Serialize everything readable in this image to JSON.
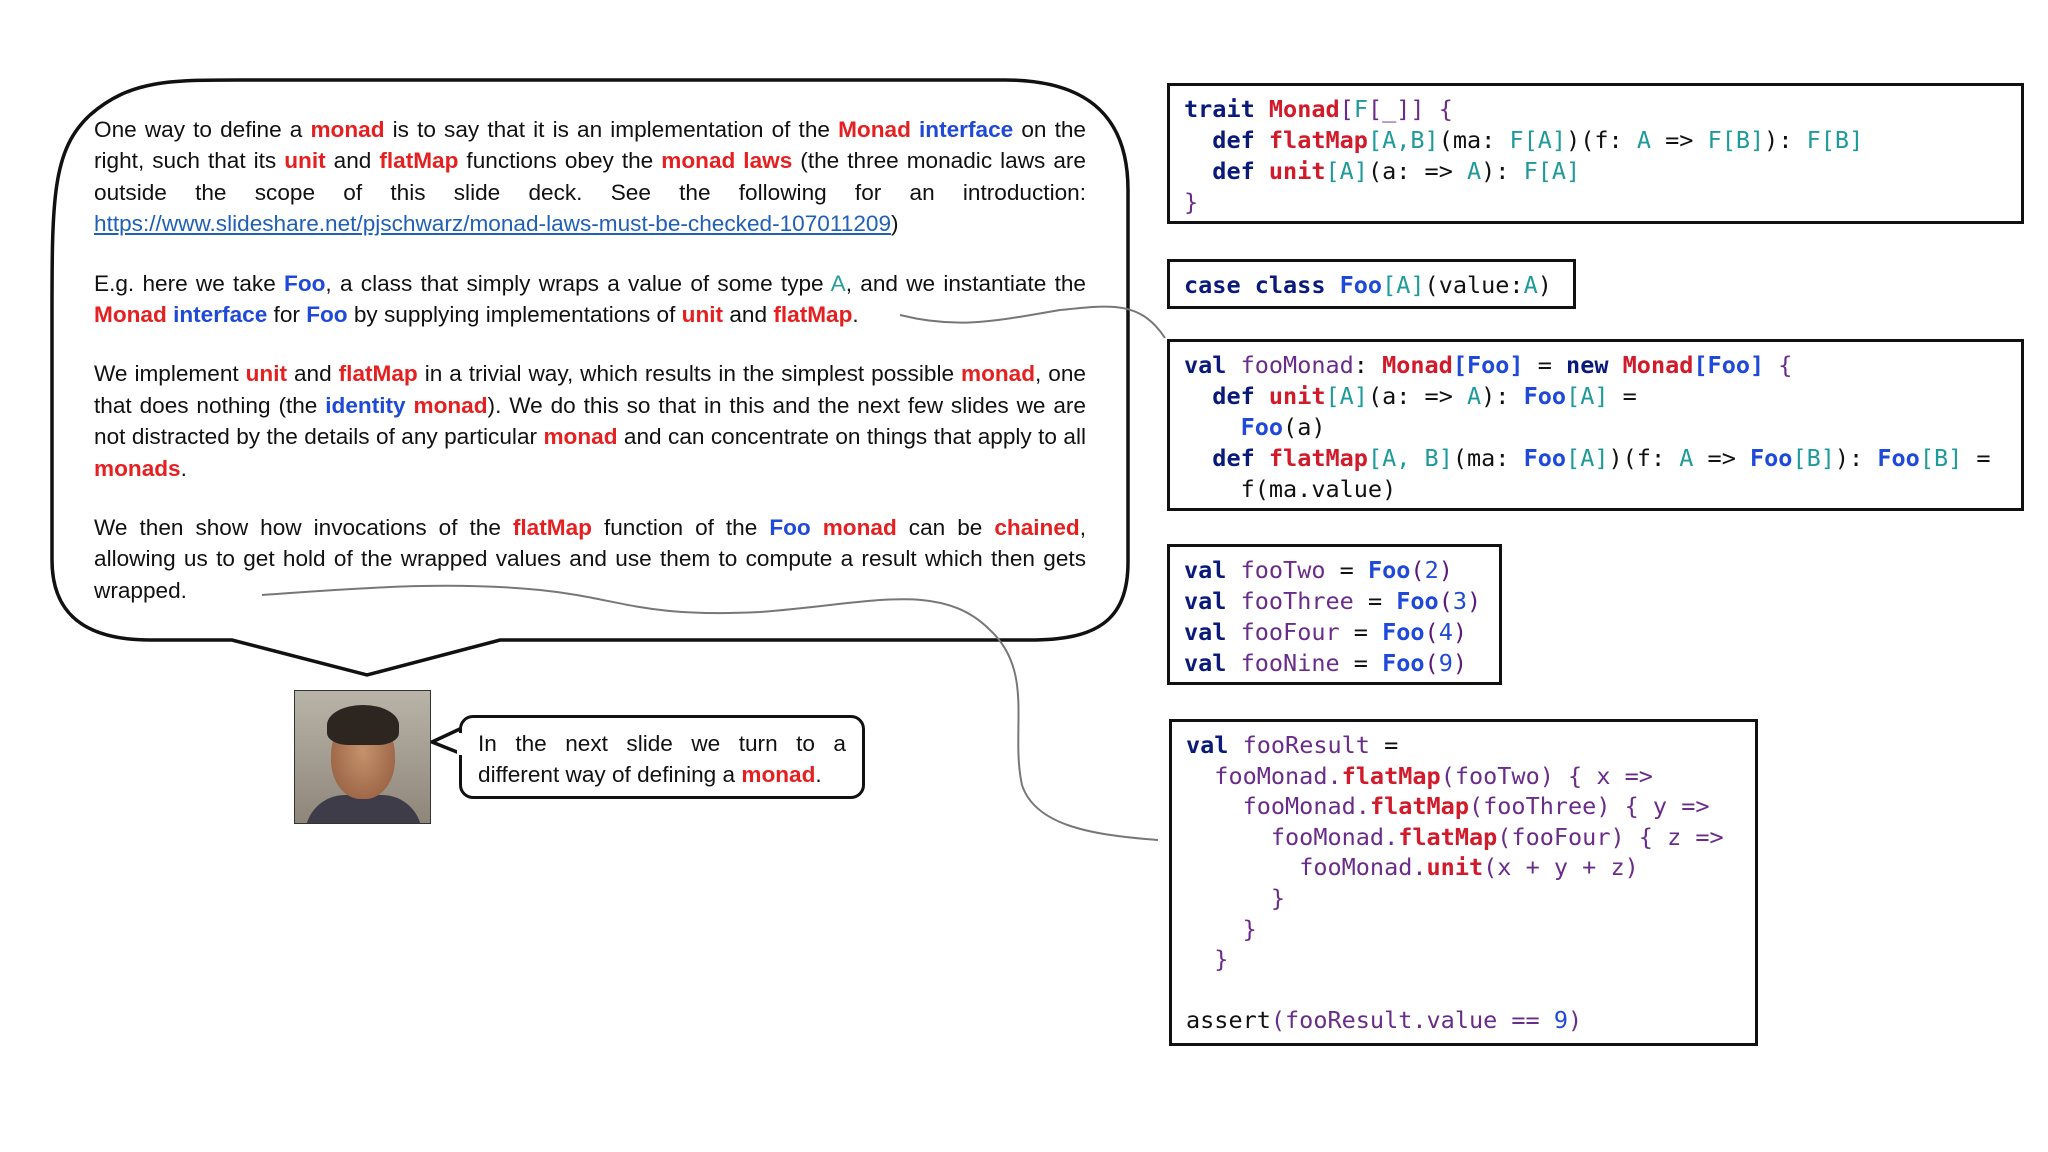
{
  "narration": {
    "p1": {
      "s1": "One way to define a ",
      "monad": "monad",
      "s2": " is to say that it is an implementation of the ",
      "Monad": "Monad",
      "interface": "interface",
      "s3": " on the right, such that its ",
      "unit": "unit",
      "and": " and ",
      "flatMap": "flatMap",
      "s4": " functions obey the ",
      "monad_laws": "monad laws",
      "s5": " (the three monadic laws are outside the scope of this slide deck. See the following for an introduction: ",
      "link": "https://www.slideshare.net/pjschwarz/monad-laws-must-be-checked-107011209",
      "s6": ")"
    },
    "p2": {
      "s1": "E.g. here we take ",
      "Foo": "Foo",
      "s2": ", a class that simply wraps a value of some type ",
      "A": "A",
      "s3": ", and we instantiate the ",
      "Monad": "Monad",
      "interface": "interface",
      "s4": " for ",
      "Foo2": "Foo",
      "s5": " by supplying implementations of ",
      "unit": "unit",
      "and": " and ",
      "flatMap": "flatMap",
      "s6": "."
    },
    "p3": {
      "s1": "We implement ",
      "unit": "unit",
      "and": " and ",
      "flatMap": "flatMap",
      "s2": " in a trivial way, which results in the simplest possible ",
      "monad": "monad",
      "s3": ", one that does nothing (the ",
      "identity": "identity",
      "monad2": "monad",
      "s4": "). We do this so that in this and the next few slides we are not distracted by the details of any particular ",
      "monad3": "monad",
      "s5": " and can concentrate on things that apply to all ",
      "monads": "monads",
      "s6": "."
    },
    "p4": {
      "s1": "We then show how invocations of the ",
      "flatMap": "flatMap",
      "s2": " function of the ",
      "Foo": "Foo",
      "monad": "monad",
      "s3": " can be ",
      "chained": "chained",
      "s4": ", allowing us to get hold of the wrapped values and use them to compute a result which then gets wrapped."
    }
  },
  "speech": {
    "s1": "In the next slide we turn to a different way of defining a ",
    "monad": "monad",
    "s2": "."
  },
  "avatar": {
    "icon": "presenter-photo"
  },
  "code": {
    "trait": {
      "l1_kw": "trait",
      "l1_name": "Monad",
      "l1_b1": "[",
      "l1_F": "F",
      "l1_b2": "[_]",
      "l1_b3": "]",
      "l1_brace": " {",
      "l2_def": "def",
      "l2_name": "flatMap",
      "l2_tp": "[A,B]",
      "l2_a": "(ma: ",
      "l2_F1": "F",
      "l2_b": "[A]",
      "l2_c": ")(f: ",
      "l2_A": "A",
      "l2_arrow": " => ",
      "l2_F2": "F",
      "l2_B": "[B]",
      "l2_d": "): ",
      "l2_F3": "F",
      "l2_B2": "[B]",
      "l3_def": "def",
      "l3_name": "unit",
      "l3_tp": "[A]",
      "l3_a": "(a: => ",
      "l3_A": "A",
      "l3_b": "): ",
      "l3_F": "F",
      "l3_FA": "[A]",
      "l4": "}"
    },
    "caseclass": {
      "kw": "case class",
      "name": "Foo",
      "tp": "[A]",
      "a": "(value:",
      "A": "A",
      "b": ")"
    },
    "foomonad": {
      "l1_val": "val",
      "l1_id": " fooMonad",
      "l1_c": ": ",
      "l1_Monad": "Monad",
      "l1_tp": "[Foo]",
      "l1_eq": " = ",
      "l1_new": "new",
      "l1_Monad2": "Monad",
      "l1_tp2": "[Foo]",
      "l1_brace": " {",
      "l2_def": "def",
      "l2_unit": "unit",
      "l2_tp": "[A]",
      "l2_a": "(a: => ",
      "l2_A": "A",
      "l2_b": "): ",
      "l2_Foo": "Foo",
      "l2_FA": "[A]",
      "l2_eq": " =",
      "l3_Foo": "Foo",
      "l3_a": "(a)",
      "l4_def": "def",
      "l4_flatMap": "flatMap",
      "l4_tp": "[A, B]",
      "l4_a": "(ma: ",
      "l4_Foo": "Foo",
      "l4_FA": "[A]",
      "l4_b": ")(f: ",
      "l4_A": "A",
      "l4_arrow": " => ",
      "l4_Foo2": "Foo",
      "l4_FB": "[B]",
      "l4_c": "): ",
      "l4_Foo3": "Foo",
      "l4_FB2": "[B]",
      "l4_eq": " =",
      "l5": "f(ma.value)"
    },
    "values": {
      "rows": [
        {
          "kw": "val",
          "id": " fooTwo",
          "eq": " = ",
          "Foo": "Foo",
          "open": "(",
          "n": "2",
          "close": ")"
        },
        {
          "kw": "val",
          "id": " fooThree",
          "eq": " = ",
          "Foo": "Foo",
          "open": "(",
          "n": "3",
          "close": ")"
        },
        {
          "kw": "val",
          "id": " fooFour",
          "eq": " = ",
          "Foo": "Foo",
          "open": "(",
          "n": "4",
          "close": ")"
        },
        {
          "kw": "val",
          "id": " fooNine",
          "eq": " = ",
          "Foo": "Foo",
          "open": "(",
          "n": "9",
          "close": ")"
        }
      ]
    },
    "result": {
      "l1_val": "val",
      "l1_id": " fooResult",
      "l1_eq": " =",
      "l2_obj": "fooMonad.",
      "l2_fm": "flatMap",
      "l2_arg": "(fooTwo)",
      "l2_rest": " { x =>",
      "l3_obj": "fooMonad.",
      "l3_fm": "flatMap",
      "l3_arg": "(fooThree)",
      "l3_rest": " { y =>",
      "l4_obj": "fooMonad.",
      "l4_fm": "flatMap",
      "l4_arg": "(fooFour)",
      "l4_rest": " { z =>",
      "l5_obj": "fooMonad.",
      "l5_unit": "unit",
      "l5_arg": "(x + y + z)",
      "l6": "}",
      "l7": "}",
      "l8": "}",
      "l9_a": "assert",
      "l9_b": "(fooResult.value == ",
      "l9_n": "9",
      "l9_c": ")"
    }
  }
}
